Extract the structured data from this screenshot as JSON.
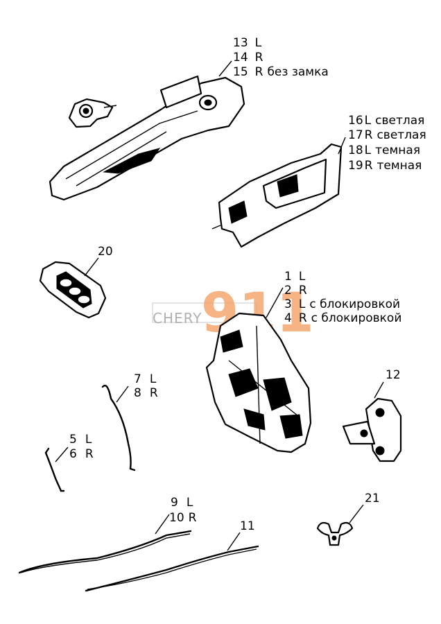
{
  "watermark": {
    "brand": "CHERY",
    "number": "911",
    "number_color": "#f5a870",
    "brand_color": "#b0b0b0"
  },
  "callouts": {
    "c13": {
      "num": "13",
      "side": "L",
      "note": ""
    },
    "c14": {
      "num": "14",
      "side": "R",
      "note": ""
    },
    "c15": {
      "num": "15",
      "side": "R",
      "note": "без замка"
    },
    "c16": {
      "num": "16",
      "side": "L",
      "note": "светлая"
    },
    "c17": {
      "num": "17",
      "side": "R",
      "note": "светлая"
    },
    "c18": {
      "num": "18",
      "side": "L",
      "note": "темная"
    },
    "c19": {
      "num": "19",
      "side": "R",
      "note": "темная"
    },
    "c20": {
      "num": "20"
    },
    "c1": {
      "num": "1",
      "side": "L",
      "note": ""
    },
    "c2": {
      "num": "2",
      "side": "R",
      "note": ""
    },
    "c3": {
      "num": "3",
      "side": "L",
      "note": "с блокировкой"
    },
    "c4": {
      "num": "4",
      "side": "R",
      "note": "с блокировкой"
    },
    "c12": {
      "num": "12"
    },
    "c7": {
      "num": "7",
      "side": "L"
    },
    "c8": {
      "num": "8",
      "side": "R"
    },
    "c5": {
      "num": "5",
      "side": "L"
    },
    "c6": {
      "num": "6",
      "side": "R"
    },
    "c9": {
      "num": "9",
      "side": "L"
    },
    "c10": {
      "num": "10",
      "side": "R"
    },
    "c11": {
      "num": "11"
    },
    "c21": {
      "num": "21"
    }
  }
}
